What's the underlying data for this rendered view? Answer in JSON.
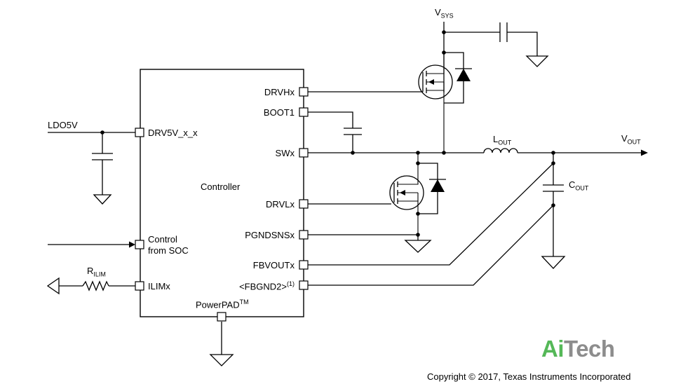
{
  "block": {
    "name": "Controller",
    "pins": {
      "drv5v": "DRV5V_x_x",
      "control_a": "Control",
      "control_b": "from SOC",
      "ilim": "ILIMx",
      "drvh": "DRVHx",
      "boot": "BOOT1",
      "sw": "SWx",
      "drvl": "DRVLx",
      "pgndsns": "PGNDSNSx",
      "fbvout": "FBVOUTx",
      "fbgnd": "<FBGND2>",
      "fbgnd_note": "(1)",
      "powerpad": "PowerPAD",
      "powerpad_tm": "TM"
    }
  },
  "nets": {
    "ldo": "LDO5V",
    "vsys_main": "V",
    "vsys_sub": "SYS",
    "vout_main": "V",
    "vout_sub": "OUT",
    "lout_main": "L",
    "lout_sub": "OUT",
    "cout_main": "C",
    "cout_sub": "OUT",
    "rilim_main": "R",
    "rilim_sub": "ILIM"
  },
  "brand": {
    "part1": "Ai",
    "part2": "Tech",
    "color1": "#55b858",
    "color2": "#8d8d8d"
  },
  "copyright": "Copyright © 2017, Texas Instruments Incorporated"
}
